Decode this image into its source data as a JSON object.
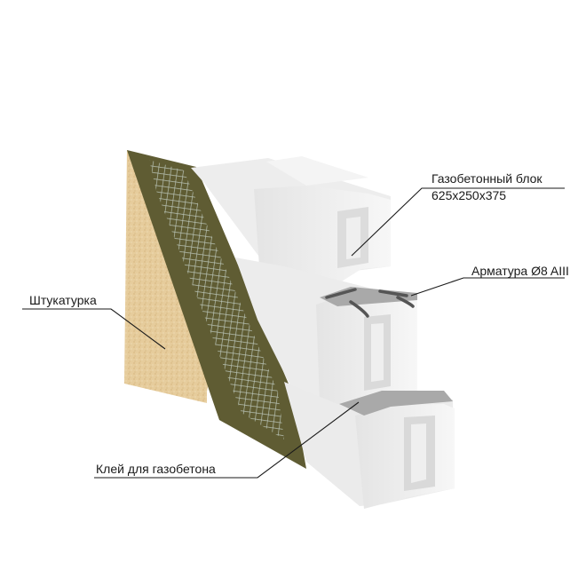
{
  "labels": {
    "block": "Газобетонный блок",
    "block_size": "625x250x375",
    "rebar": "Арматура  Ø8 AIII",
    "plaster": "Штукатурка",
    "glue": "Клей для газобетона"
  },
  "colors": {
    "plaster": "#e6cc9c",
    "mesh_layer": "#5f5c33",
    "mesh_grid": "#b8c2b4",
    "block_light": "#f1f1f1",
    "block_shade": "#d9d9d9",
    "glue": "#a9a9a9",
    "callout_line": "#1a1a1a"
  }
}
